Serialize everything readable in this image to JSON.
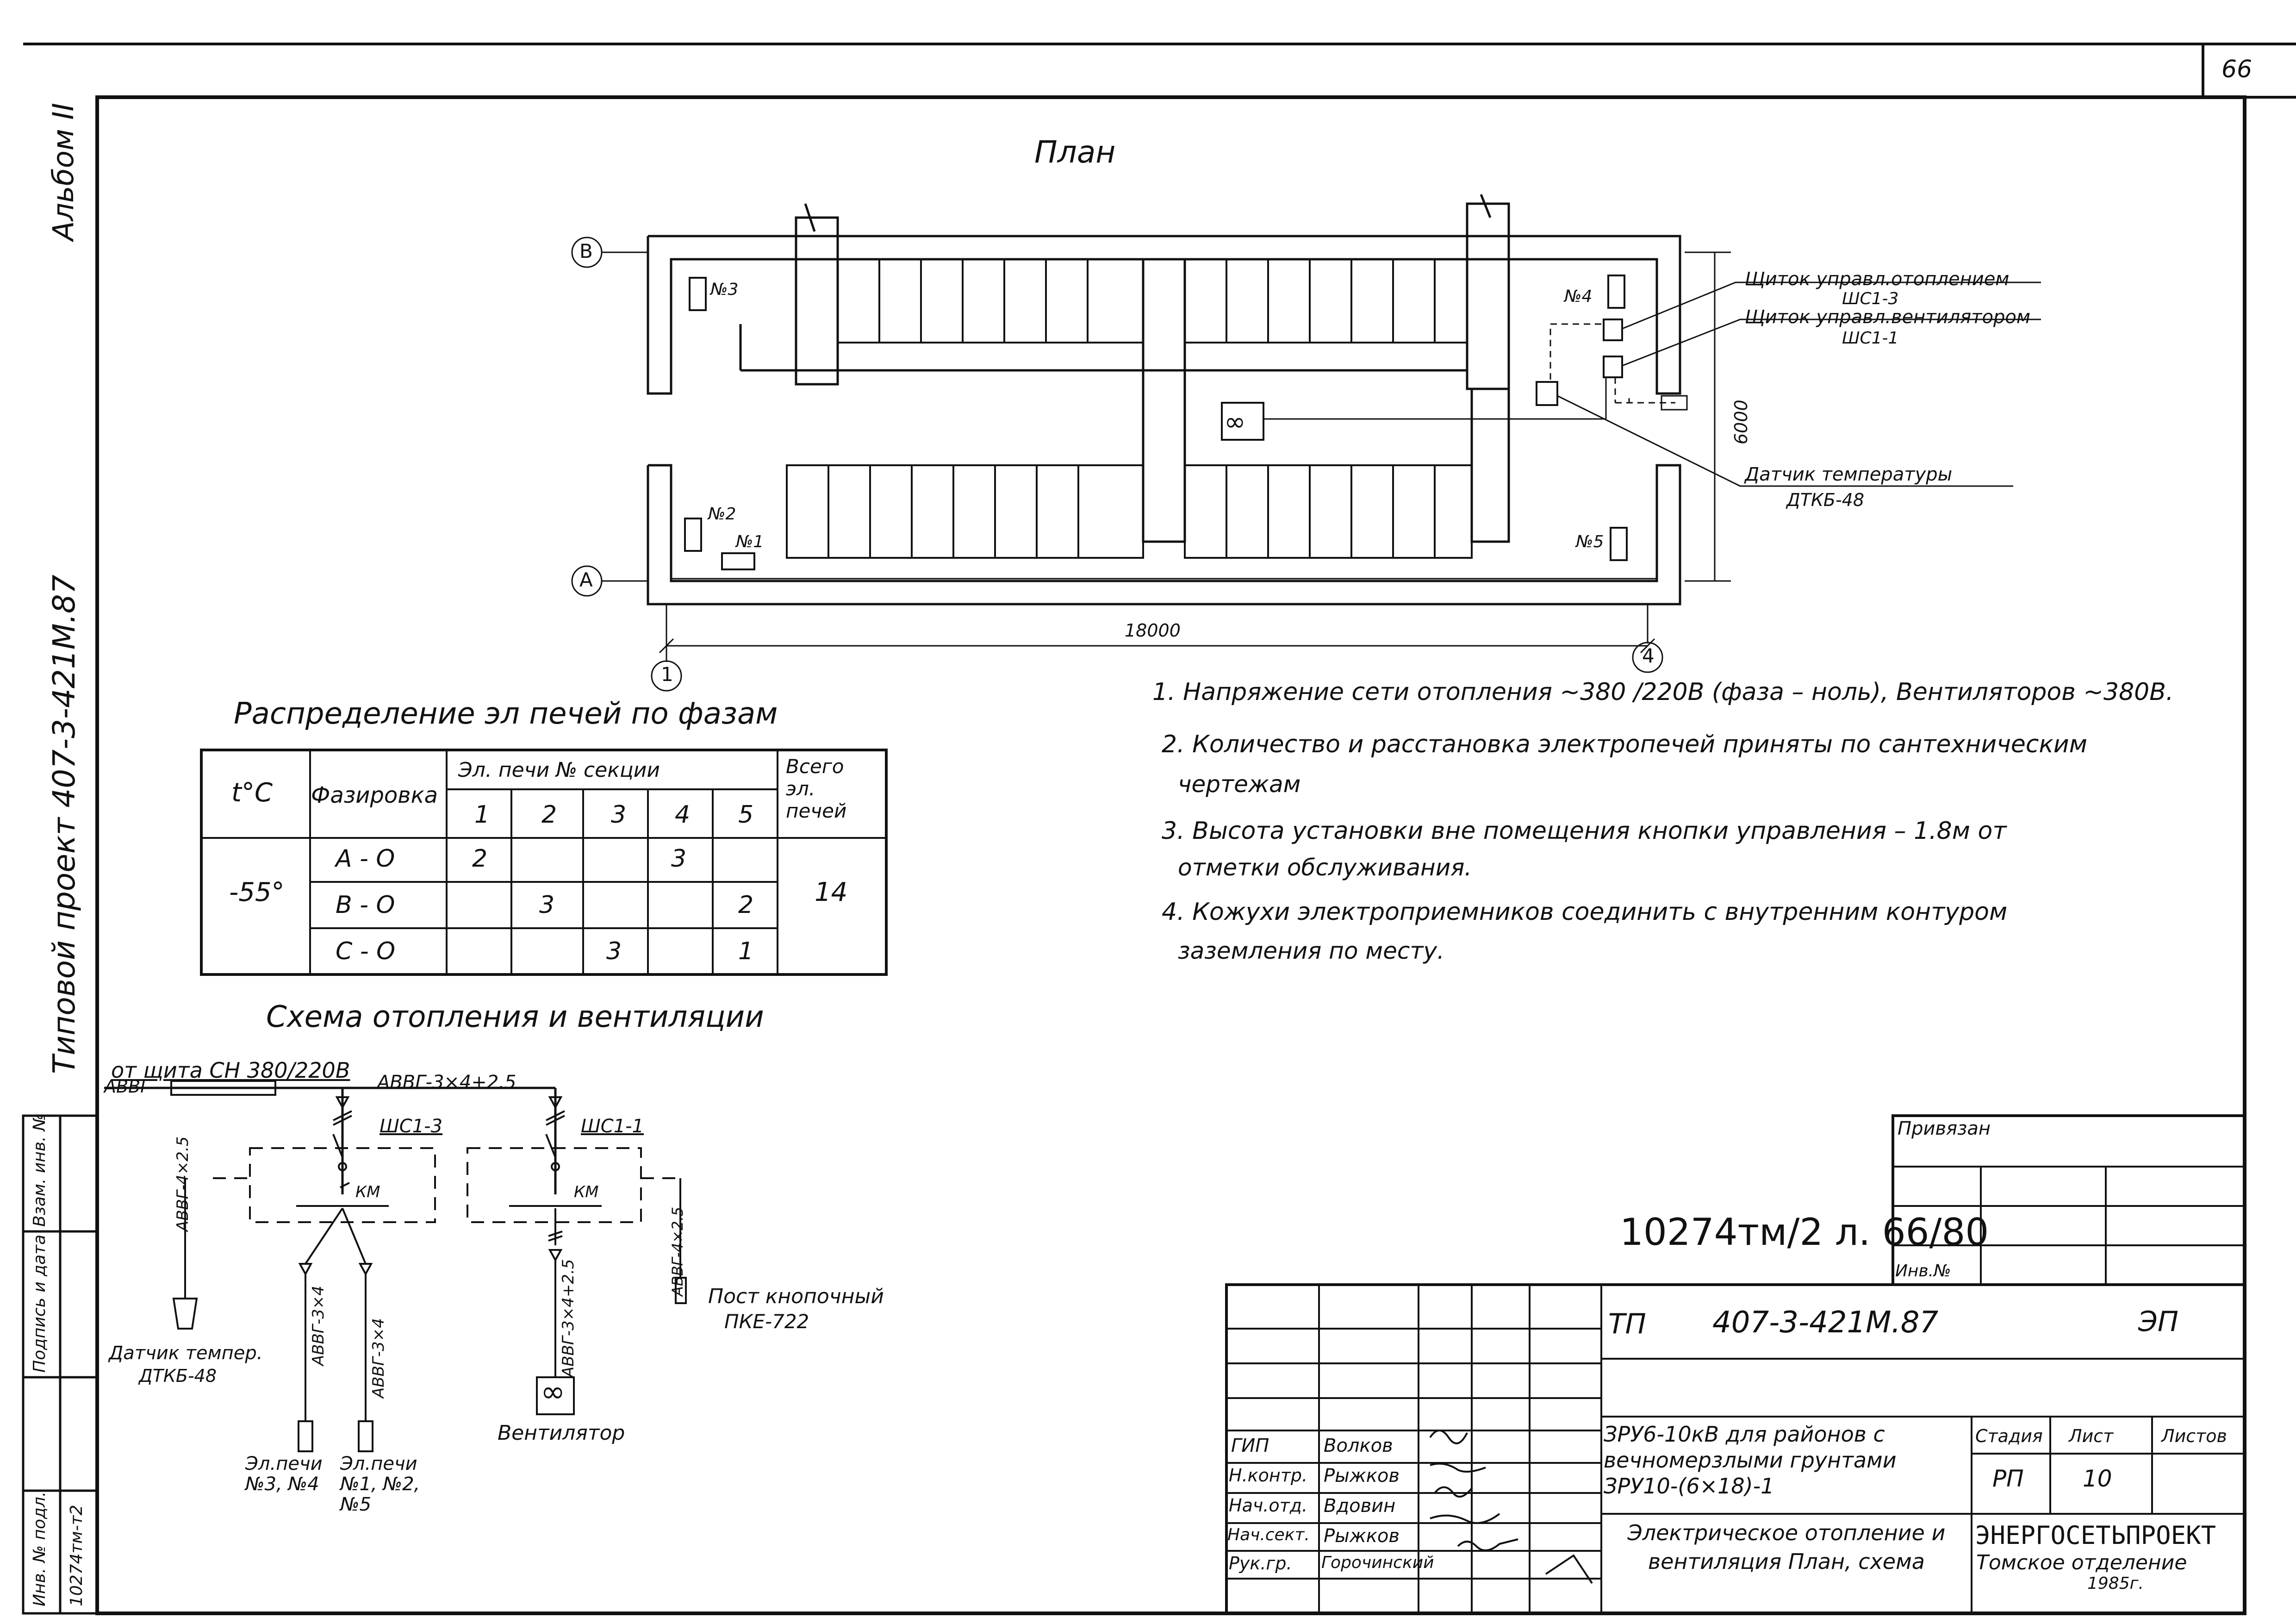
{
  "sheet": {
    "page_number": "66",
    "album": "Альбом II",
    "project_vertical": "Типовой проект 407-3-421М.87",
    "stamp_number": "10274тм/2 л. 66/80"
  },
  "plan": {
    "title": "План",
    "axis_b": "В",
    "axis_a": "А",
    "axis_1": "1",
    "axis_4": "4",
    "dim_length": "18000",
    "dim_width": "6000",
    "heaters": [
      "№1",
      "№2",
      "№3",
      "№4",
      "№5"
    ],
    "callouts": [
      {
        "title": "Щиток управл.отоплением",
        "code": "ШС1-3"
      },
      {
        "title": "Щиток управл.вентилятором",
        "code": "ШС1-1"
      },
      {
        "title": "Датчик температуры",
        "code": "ДТКБ-48"
      }
    ]
  },
  "notes": [
    "1. Напряжение сети отопления ~380 /220В (фаза – ноль), Вентиляторов ~380В.",
    "2. Количество и расстановка электропечей приняты по сантехническим",
    "чертежам",
    "3. Высота установки вне помещения кнопки управления – 1.8м от",
    "отметки обслуживания.",
    "4. Кожухи электроприемников соединить с внутренним контуром",
    "заземления по месту."
  ],
  "distribution": {
    "title": "Распределение эл печей по фазам",
    "headers": {
      "temp": "t°C",
      "phasing": "Фазировка",
      "section": "Эл. печи № секции",
      "total": "Всего эл. печей"
    },
    "section_numbers": [
      "1",
      "2",
      "3",
      "4",
      "5"
    ],
    "temperature": "-55°",
    "total_value": "14",
    "rows": [
      {
        "phase": "А - О",
        "cells": [
          "2",
          "",
          "",
          "3",
          ""
        ]
      },
      {
        "phase": "В - О",
        "cells": [
          "",
          "3",
          "",
          "",
          "2"
        ]
      },
      {
        "phase": "С - О",
        "cells": [
          "",
          "",
          "3",
          "",
          "1"
        ]
      }
    ]
  },
  "scheme": {
    "title": "Схема отопления и вентиляции",
    "source": "от щита СН 380/220В",
    "cable_main": "АВВГ-3×4+2.5",
    "cable_left": "АВВГ-",
    "sc13": "ШС1-3",
    "sc11": "ШС1-1",
    "km": "КМ",
    "cable_sensor": "АВВГ-4×2.5",
    "cable_h1": "АВВГ-3×4",
    "cable_h2": "АВВГ-3×4",
    "cable_fan": "АВВГ-3×4+2.5",
    "cable_btn": "АВВГ-4×2.5",
    "sensor_label": "Датчик темпер.",
    "sensor_code": "ДТКБ-48",
    "heaters_a": "Эл.печи №3, №4",
    "heaters_b": "Эл.печи №1, №2, №5",
    "fan_label": "Вентилятор",
    "button_label": "Пост кнопочный",
    "button_code": "ПКЕ-722"
  },
  "side_table": [
    "Взам. инв. №",
    "Подпись и дата",
    "Инв. № подл.",
    "10274тм-т2"
  ],
  "title_block": {
    "privyazan": "Привязан",
    "inv": "Инв.№",
    "code_left": "ТП",
    "code": "407-3-421М.87",
    "mark": "ЭП",
    "object": "ЗРУ6-10кВ для районов с вечномерзлыми грунтами ЗРУ10-(6×18)-1",
    "drawing": "Электрическое отопление и вентиляция План, схема",
    "stage_h": "Стадия",
    "sheet_h": "Лист",
    "sheets_h": "Листов",
    "stage": "РП",
    "sheet": "10",
    "org": "ЭНЕРГОСЕТЬПРОЕКТ",
    "org_branch": "Томское отделение",
    "year": "1985г.",
    "roles": [
      {
        "role": "ГИП",
        "name": "Волков"
      },
      {
        "role": "Н.контр.",
        "name": "Рыжков"
      },
      {
        "role": "Нач.отд.",
        "name": "Вдовин"
      },
      {
        "role": "Нач.сект.",
        "name": "Рыжков"
      },
      {
        "role": "Рук.гр.",
        "name": "Горочинский"
      }
    ]
  }
}
